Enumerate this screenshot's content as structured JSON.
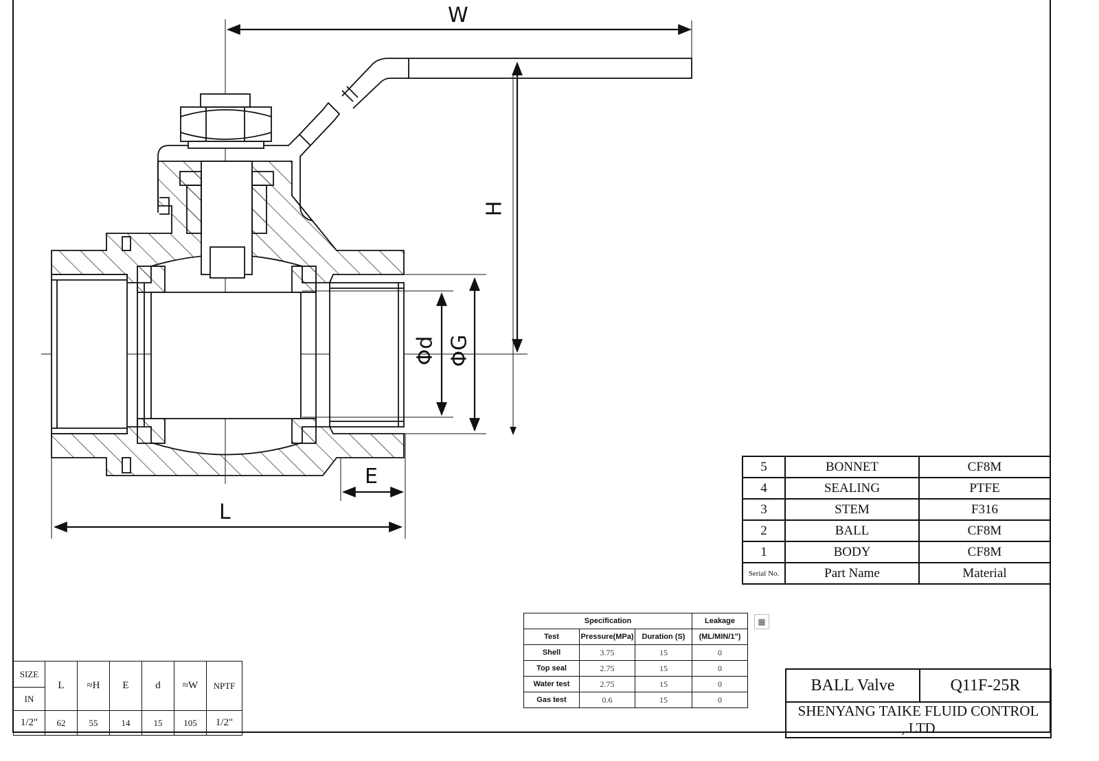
{
  "dimensions": {
    "w": "W",
    "h": "H",
    "l": "L",
    "e": "E",
    "phi_d": "Φd",
    "phi_g": "ΦG"
  },
  "parts_table": {
    "rows": [
      {
        "serial": "5",
        "name": "BONNET",
        "material": "CF8M"
      },
      {
        "serial": "4",
        "name": "SEALING",
        "material": "PTFE"
      },
      {
        "serial": "3",
        "name": "STEM",
        "material": "F316"
      },
      {
        "serial": "2",
        "name": "BALL",
        "material": "CF8M"
      },
      {
        "serial": "1",
        "name": "BODY",
        "material": "CF8M"
      }
    ],
    "header": {
      "serial": "Serial No.",
      "name": "Part Name",
      "material": "Material"
    }
  },
  "spec_table": {
    "specification": "Specification",
    "leakage": "Leakage",
    "col_test": "Test",
    "col_pressure": "Pressure(MPa)",
    "col_duration": "Duration (S)",
    "col_leak_unit": "(ML/MIN/1\")",
    "rows": [
      {
        "test": "Shell",
        "pressure": "3.75",
        "duration": "15",
        "leak": "0"
      },
      {
        "test": "Top seal",
        "pressure": "2.75",
        "duration": "15",
        "leak": "0"
      },
      {
        "test": "Water test",
        "pressure": "2.75",
        "duration": "15",
        "leak": "0"
      },
      {
        "test": "Gas test",
        "pressure": "0.6",
        "duration": "15",
        "leak": "0"
      }
    ]
  },
  "size_table": {
    "size": "SIZE",
    "in": "IN",
    "l": "L",
    "h": "≈H",
    "e": "E",
    "d": "d",
    "w": "≈W",
    "nptf": "NPTF",
    "row": {
      "in": "1/2\"",
      "l": "62",
      "h": "55",
      "e": "14",
      "d": "15",
      "w": "105",
      "nptf": "1/2\""
    }
  },
  "title_block": {
    "name": "BALL Valve",
    "code": "Q11F-25R",
    "company": "SHENYANG TAIKE FLUID CONTROL ,.LTD"
  }
}
